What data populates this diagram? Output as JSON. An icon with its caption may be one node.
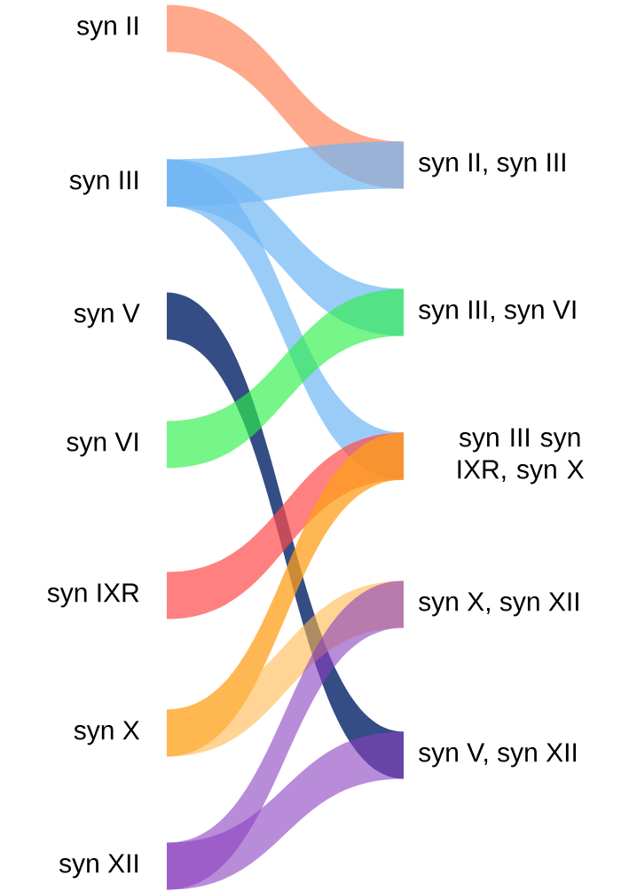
{
  "diagram": {
    "nodes": [
      {
        "text": [
          "syn II"
        ]
      },
      {
        "text": [
          "syn III"
        ]
      },
      {
        "text": [
          "syn V"
        ]
      },
      {
        "text": [
          "syn VI"
        ]
      },
      {
        "text": [
          "syn IXR"
        ]
      },
      {
        "text": [
          "syn X"
        ]
      },
      {
        "text": [
          "syn XII"
        ]
      },
      {
        "text": [
          "syn II, syn III"
        ]
      },
      {
        "text": [
          "syn III, syn VI"
        ]
      },
      {
        "text": [
          "syn III syn IXR, syn X"
        ]
      },
      {
        "text": [
          "syn X, syn XII"
        ]
      },
      {
        "text": [
          "syn V, syn XII"
        ]
      }
    ],
    "edges": [
      {
        "from": 0,
        "to": 7,
        "arrow": "none",
        "color": "#ff9a78"
      },
      {
        "from": 1,
        "to": 7,
        "arrow": "none",
        "color": "#6fb6f5"
      },
      {
        "from": 1,
        "to": 8,
        "arrow": "none",
        "color": "#6fb6f5"
      },
      {
        "from": 1,
        "to": 9,
        "arrow": "none",
        "color": "#6fb6f5"
      },
      {
        "from": 2,
        "to": 11,
        "arrow": "none",
        "color": "#1f3a78"
      },
      {
        "from": 3,
        "to": 8,
        "arrow": "none",
        "color": "#2cf048"
      },
      {
        "from": 4,
        "to": 9,
        "arrow": "none",
        "color": "#ff4a4a"
      },
      {
        "from": 5,
        "to": 9,
        "arrow": "none",
        "color": "#ff9f1a"
      },
      {
        "from": 5,
        "to": 10,
        "arrow": "none",
        "color": "#ffb84d"
      },
      {
        "from": 6,
        "to": 10,
        "arrow": "none",
        "color": "#8a3fbf"
      },
      {
        "from": 6,
        "to": 11,
        "arrow": "none",
        "color": "#8a3fbf"
      }
    ]
  }
}
